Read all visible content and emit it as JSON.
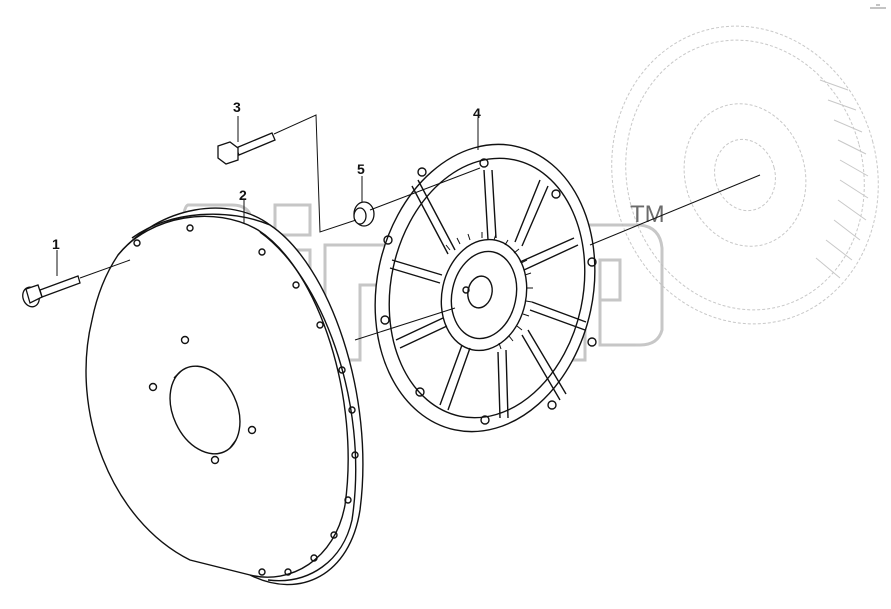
{
  "callouts": [
    {
      "id": "1",
      "label": "1"
    },
    {
      "id": "2",
      "label": "2"
    },
    {
      "id": "3",
      "label": "3"
    },
    {
      "id": "4",
      "label": "4"
    },
    {
      "id": "5",
      "label": "5"
    }
  ],
  "watermark": {
    "text": "SITRAK",
    "trademark": "TM"
  },
  "colors": {
    "line": "#111111",
    "watermark": "#bdbdbd",
    "ghost": "#c8c8c8"
  }
}
